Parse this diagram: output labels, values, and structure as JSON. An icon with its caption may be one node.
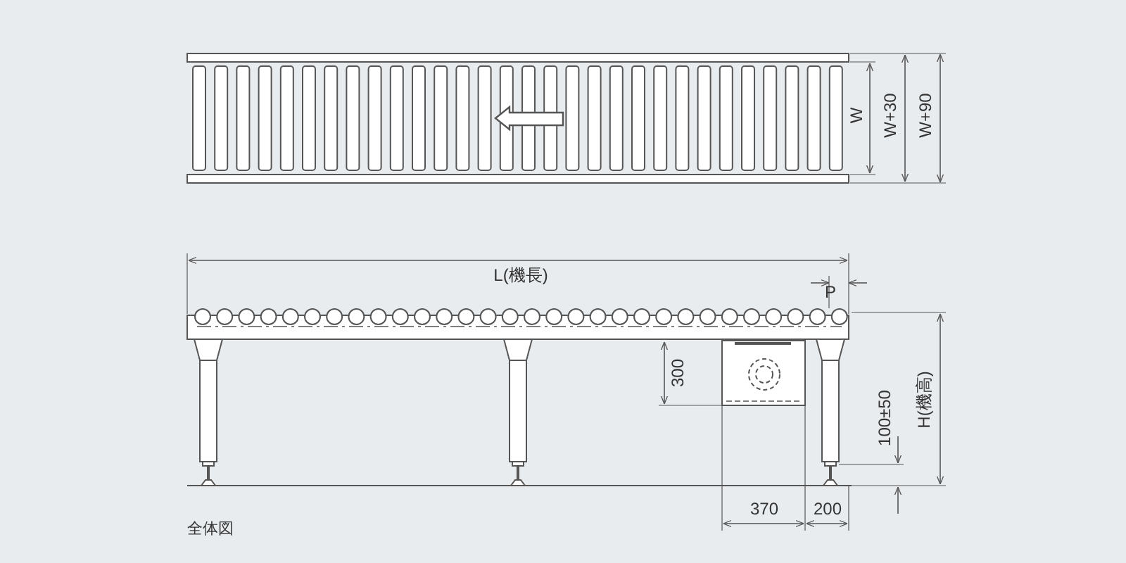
{
  "diagram": {
    "caption": "全体図",
    "labels": [
      "W",
      "W+30",
      "W+90",
      "L(機長)",
      "P",
      "300",
      "100±50",
      "H(機高)",
      "370",
      "200"
    ]
  }
}
